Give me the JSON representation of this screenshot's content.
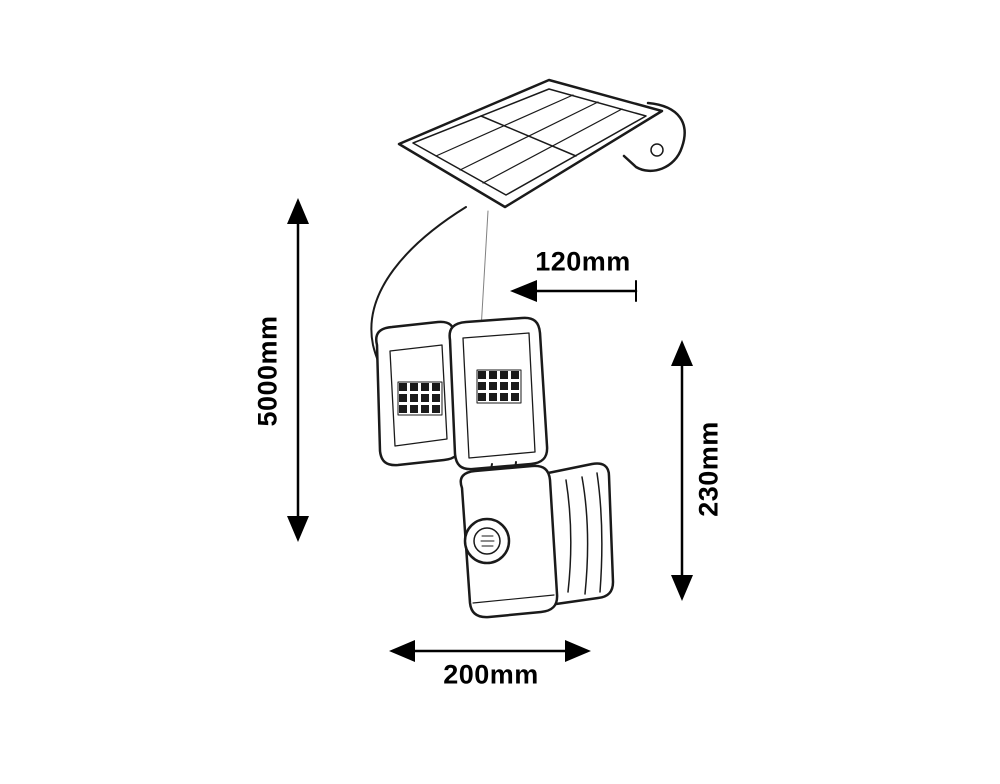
{
  "dimensions": {
    "cable_length": "5000mm",
    "depth": "120mm",
    "height": "230mm",
    "width": "200mm"
  },
  "colors": {
    "line": "#1a1a1a",
    "arrow": "#000000",
    "background": "#ffffff",
    "label_text": "#000000"
  }
}
